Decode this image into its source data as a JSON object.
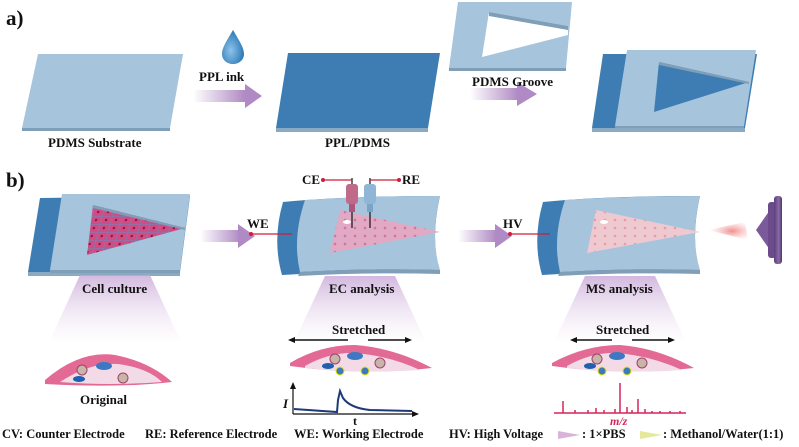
{
  "panels": {
    "a": {
      "label": "a)",
      "steps": [
        {
          "caption": "PDMS Substrate"
        },
        {
          "arrow_label": "PPL ink"
        },
        {
          "caption": "PPL/PDMS"
        },
        {
          "arrow_label": "PDMS Groove"
        }
      ]
    },
    "b": {
      "label": "b)",
      "stages": [
        {
          "caption": "Cell culture",
          "cell_state": "Original"
        },
        {
          "caption": "EC analysis",
          "cell_state": "Stretched",
          "electrodes": {
            "ce": "CE",
            "re": "RE",
            "we": "WE"
          },
          "plot": {
            "ylabel": "I",
            "xlabel": "t"
          }
        },
        {
          "caption": "MS analysis",
          "cell_state": "Stretched",
          "hv": "HV",
          "plot": {
            "xlabel": "m/z"
          }
        }
      ]
    }
  },
  "legend": {
    "items": [
      {
        "text": "CV: Counter Electrode"
      },
      {
        "text": "RE: Reference Electrode"
      },
      {
        "text": "WE: Working Electrode"
      },
      {
        "text": "HV: High Voltage"
      },
      {
        "text": ": 1×PBS",
        "swatch_color": "#d9b3d9"
      },
      {
        "text": ": Methanol/Water(1:1)",
        "swatch_color": "#e6e89a"
      }
    ]
  },
  "colors": {
    "pdms_light": "#a6c4dc",
    "ppl_dark": "#3d7db3",
    "cell_pink": "#d9477a",
    "arrow_purple": "#b08ac4",
    "electrode_red": "#cc1f3a",
    "plot_blue": "#1f3a7a",
    "ms_red": "#d8245a"
  }
}
